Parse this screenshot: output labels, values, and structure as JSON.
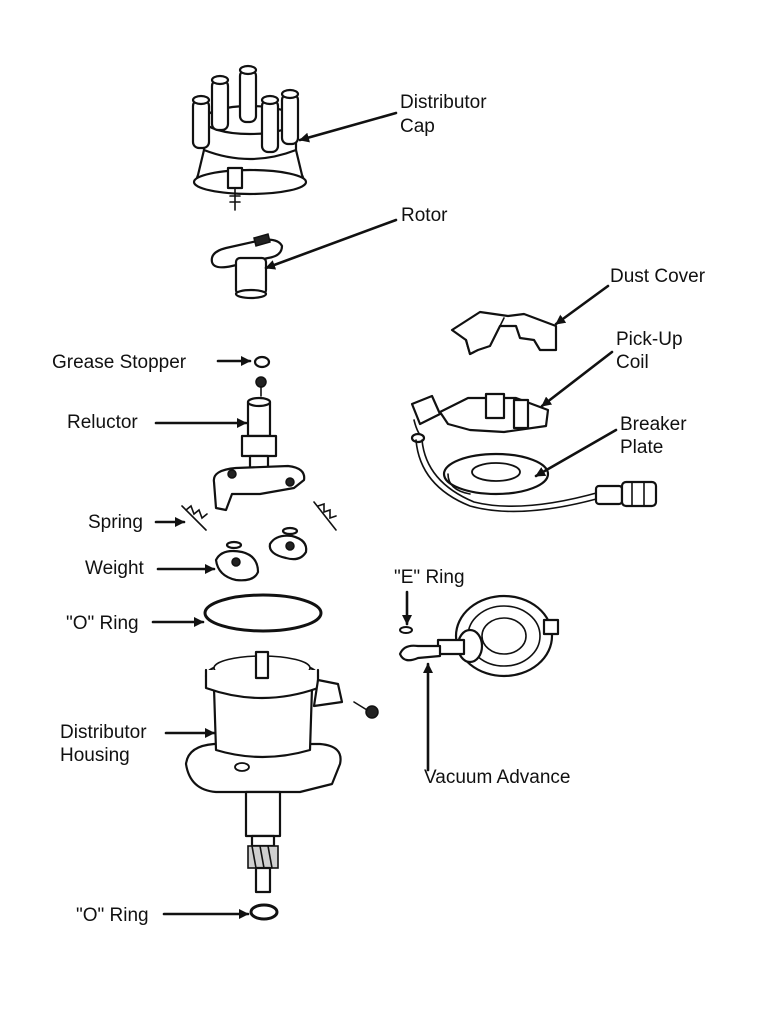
{
  "labels": {
    "distributor_cap": [
      "Distributor",
      "Cap"
    ],
    "rotor": "Rotor",
    "dust_cover": "Dust Cover",
    "pick_up_coil": [
      "Pick-Up",
      "Coil"
    ],
    "breaker_plate": [
      "Breaker",
      "Plate"
    ],
    "grease_stopper": "Grease Stopper",
    "reluctor": "Reluctor",
    "spring": "Spring",
    "weight": "Weight",
    "o_ring_upper": "\"O\" Ring",
    "e_ring": "\"E\" Ring",
    "distributor_housing": [
      "Distributor",
      "Housing"
    ],
    "vacuum_advance": "Vacuum Advance",
    "o_ring_lower": "\"O\" Ring"
  },
  "colors": {
    "ink": "#111111",
    "background": "#ffffff"
  }
}
